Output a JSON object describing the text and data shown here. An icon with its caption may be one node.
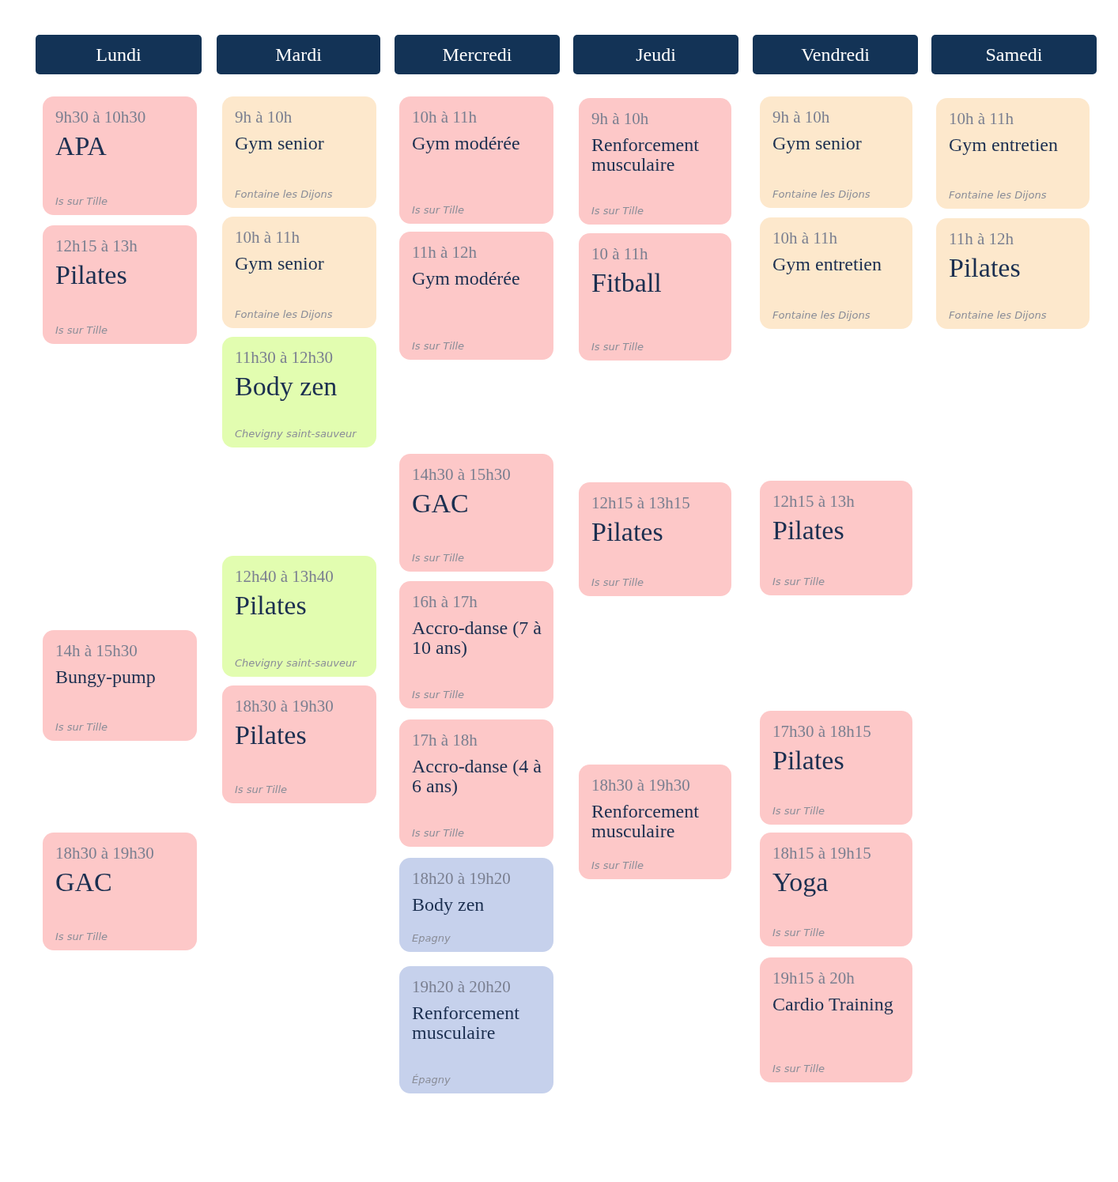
{
  "diagram": {
    "nodes": [
      {
        "text": [
          "Lundi"
        ]
      },
      {
        "text": [
          "Mardi"
        ]
      },
      {
        "text": [
          "Mercredi"
        ]
      },
      {
        "text": [
          "Jeudi"
        ]
      },
      {
        "text": [
          "Vendredi"
        ]
      },
      {
        "text": [
          "Samedi"
        ]
      },
      {
        "text": [
          "9h30 à 10h30",
          "APA",
          "Is sur Tille"
        ]
      },
      {
        "text": [
          "12h15 à 13h",
          "Pilates",
          "Is sur Tille"
        ]
      },
      {
        "text": [
          "14h à 15h30",
          "Bungy-pump",
          "Is sur Tille"
        ]
      },
      {
        "text": [
          "18h30 à 19h30",
          "GAC",
          "Is sur Tille"
        ]
      },
      {
        "text": [
          "9h à 10h",
          "Gym senior",
          "Fontaine les Dijons"
        ]
      },
      {
        "text": [
          "10h à 11h",
          "Gym senior",
          "Fontaine les Dijons"
        ]
      },
      {
        "text": [
          "11h30 à 12h30",
          "Body zen",
          "Chevigny saint-sauveur"
        ]
      },
      {
        "text": [
          "12h40 à 13h40",
          "Pilates",
          "Chevigny saint-sauveur"
        ]
      },
      {
        "text": [
          "18h30 à 19h30",
          "Pilates",
          "Is sur Tille"
        ]
      },
      {
        "text": [
          "10h à 11h",
          "Gym modérée",
          "Is sur Tille"
        ]
      },
      {
        "text": [
          "11h à 12h",
          "Gym modérée",
          "Is sur Tille"
        ]
      },
      {
        "text": [
          "14h30 à 15h30",
          "GAC",
          "Is sur Tille"
        ]
      },
      {
        "text": [
          "16h à 17h",
          "Accro-danse (7 à 10 ans)",
          "Is sur Tille"
        ]
      },
      {
        "text": [
          "17h à 18h",
          "Accro-danse (4 à 6 ans)",
          "Is sur Tille"
        ]
      },
      {
        "text": [
          "18h20 à 19h20",
          "Body zen",
          "Epagny"
        ]
      },
      {
        "text": [
          "19h20 à 20h20",
          "Renforcement musculaire",
          "Épagny"
        ]
      },
      {
        "text": [
          "9h à 10h",
          "Renforcement musculaire",
          "Is sur Tille"
        ]
      },
      {
        "text": [
          "10 à 11h",
          "Fitball",
          "Is sur Tille"
        ]
      },
      {
        "text": [
          "12h15 à 13h15",
          "Pilates",
          "Is sur Tille"
        ]
      },
      {
        "text": [
          "18h30 à 19h30",
          "Renforcement musculaire",
          "Is sur Tille"
        ]
      },
      {
        "text": [
          "9h à 10h",
          "Gym senior",
          "Fontaine les Dijons"
        ]
      },
      {
        "text": [
          "10h à 11h",
          "Gym entretien",
          "Fontaine les Dijons"
        ]
      },
      {
        "text": [
          "12h15 à 13h",
          "Pilates",
          "Is sur Tille"
        ]
      },
      {
        "text": [
          "17h30 à 18h15",
          "Pilates",
          "Is sur Tille"
        ]
      },
      {
        "text": [
          "18h15 à 19h15",
          "Yoga",
          "Is sur Tille"
        ]
      },
      {
        "text": [
          "19h15 à 20h",
          "Cardio Training",
          "Is sur Tille"
        ]
      },
      {
        "text": [
          "10h à 11h",
          "Gym entretien",
          "Fontaine les Dijons"
        ]
      },
      {
        "text": [
          "11h à 12h",
          "Pilates",
          "Fontaine les Dijons"
        ]
      }
    ]
  }
}
